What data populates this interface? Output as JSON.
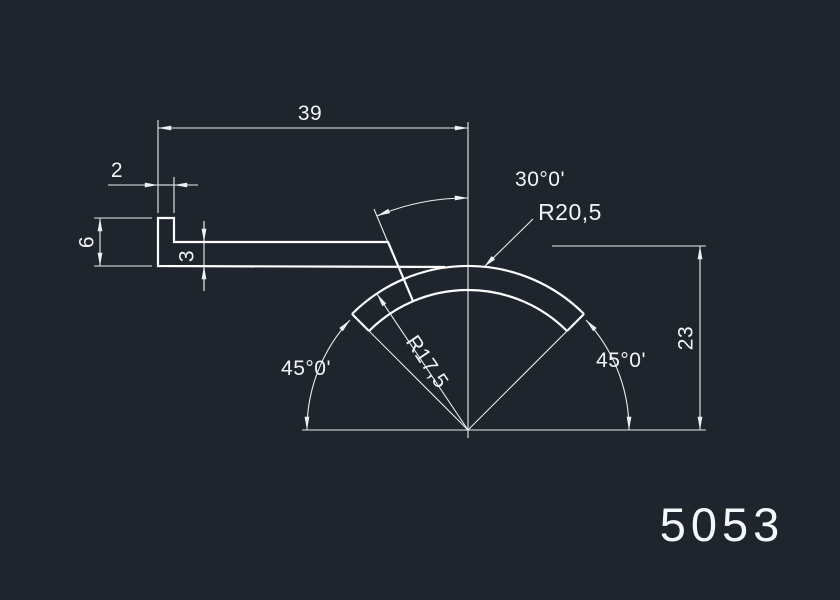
{
  "drawing": {
    "part_number": "5053",
    "background_color": "#1f252d",
    "line_color": "#fdfdfd",
    "text_color": "#f2f4f6"
  },
  "dimensions": {
    "total_width": "39",
    "lip_width": "2",
    "lip_height": "6",
    "wall_thickness": "3",
    "overall_height": "23",
    "notch_angle": "30°0'",
    "outer_radius": "R20,5",
    "inner_radius": "R17,5",
    "end_angle_left": "45°0'",
    "end_angle_right": "45°0'"
  }
}
